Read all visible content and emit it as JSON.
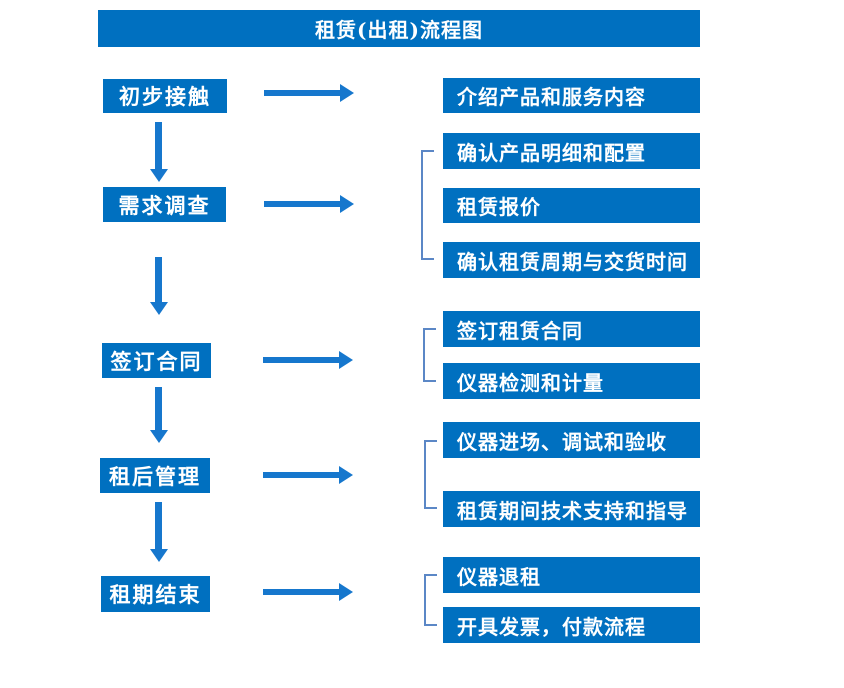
{
  "title": "租赁(出租)流程图",
  "colors": {
    "box_fill": "#0070c0",
    "arrow": "#1677cd",
    "bracket": "#5b87c6",
    "box_text": "#ffffff"
  },
  "steps": [
    {
      "label": "初步接触",
      "details": [
        "介绍产品和服务内容"
      ]
    },
    {
      "label": "需求调查",
      "details": [
        "确认产品明细和配置",
        "租赁报价",
        "确认租赁周期与交货时间"
      ]
    },
    {
      "label": "签订合同",
      "details": [
        "签订租赁合同",
        "仪器检测和计量"
      ]
    },
    {
      "label": "租后管理",
      "details": [
        "仪器进场、调试和验收",
        "租赁期间技术支持和指导"
      ]
    },
    {
      "label": "租期结束",
      "details": [
        "仪器退租",
        "开具发票，付款流程"
      ]
    }
  ]
}
